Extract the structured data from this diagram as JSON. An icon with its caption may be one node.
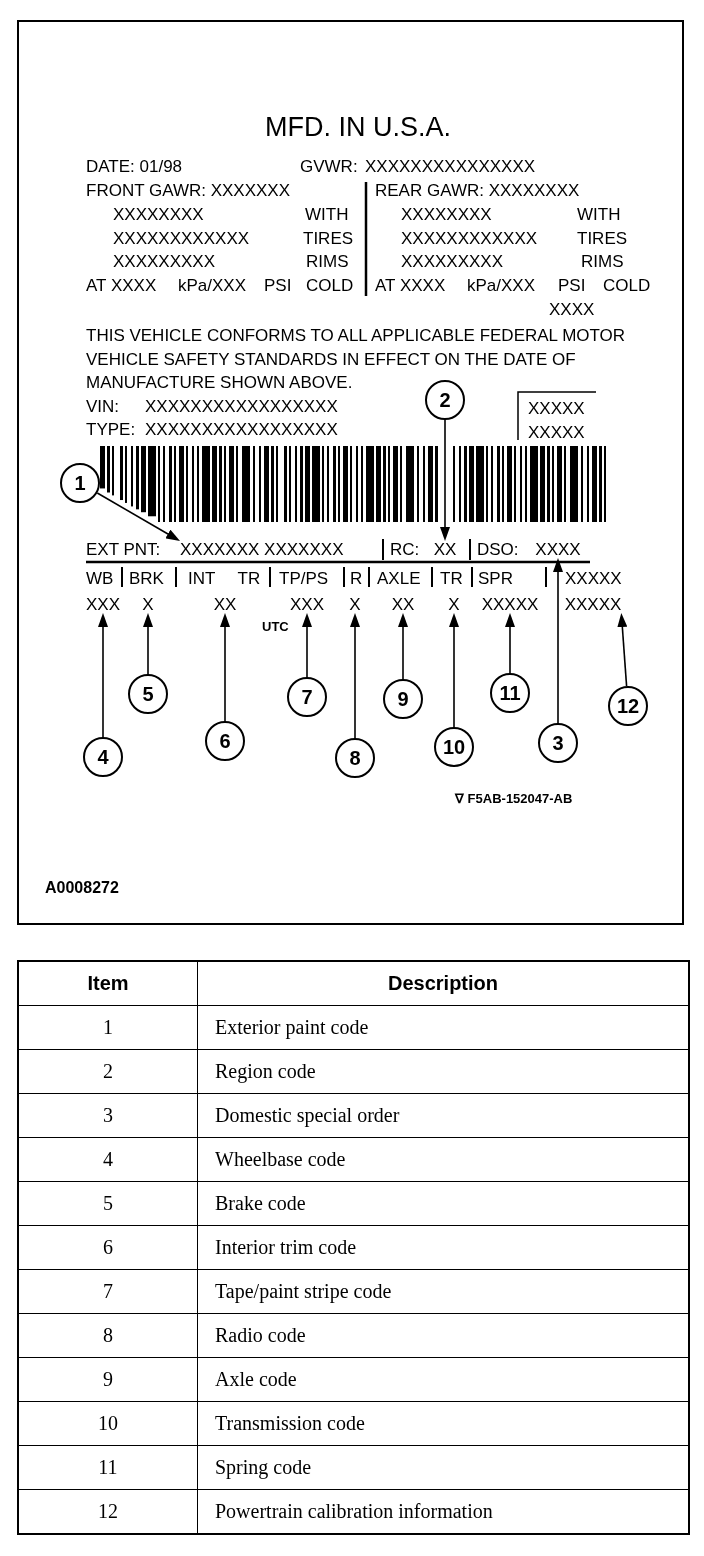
{
  "diagram": {
    "nodes": [
      {
        "text": [
          "MFD. IN U.S.A."
        ]
      },
      {
        "text": [
          "2"
        ],
        "in": 0
      },
      {
        "text": [
          "1"
        ],
        "in": 0
      },
      {
        "text": [
          "XXXXXXX XXXXXXX"
        ],
        "in": 0
      },
      {
        "text": [
          "XX"
        ],
        "in": 0
      },
      {
        "text": [
          "XXXX"
        ],
        "in": 0
      },
      {
        "text": [
          "XXX"
        ],
        "in": 0
      },
      {
        "text": [
          "X"
        ],
        "in": 0
      },
      {
        "text": [
          "XX"
        ],
        "in": 0
      },
      {
        "text": [
          "XXX"
        ],
        "in": 0
      },
      {
        "text": [
          "X"
        ],
        "in": 0
      },
      {
        "text": [
          "XX"
        ],
        "in": 0
      },
      {
        "text": [
          "X"
        ],
        "in": 0
      },
      {
        "text": [
          "XXXXX"
        ],
        "in": 0
      },
      {
        "text": [
          "XXXXX"
        ],
        "in": 0
      },
      {
        "text": [
          "4"
        ],
        "in": 0
      },
      {
        "text": [
          "5"
        ],
        "in": 0
      },
      {
        "text": [
          "6"
        ],
        "in": 0
      },
      {
        "text": [
          "7"
        ],
        "in": 0
      },
      {
        "text": [
          "8"
        ],
        "in": 0
      },
      {
        "text": [
          "9"
        ],
        "in": 0
      },
      {
        "text": [
          "10"
        ],
        "in": 0
      },
      {
        "text": [
          "11"
        ],
        "in": 0
      },
      {
        "text": [
          "3"
        ],
        "in": 0
      },
      {
        "text": [
          "12"
        ],
        "in": 0
      }
    ],
    "edges": [
      {
        "from": 2,
        "to": 3,
        "arrow": "to"
      },
      {
        "from": 1,
        "to": 4,
        "arrow": "to"
      },
      {
        "from": 23,
        "to": 5,
        "arrow": "to"
      },
      {
        "from": 15,
        "to": 6,
        "arrow": "to"
      },
      {
        "from": 16,
        "to": 7,
        "arrow": "to"
      },
      {
        "from": 17,
        "to": 8,
        "arrow": "to"
      },
      {
        "from": 18,
        "to": 9,
        "arrow": "to"
      },
      {
        "from": 19,
        "to": 10,
        "arrow": "to"
      },
      {
        "from": 20,
        "to": 11,
        "arrow": "to"
      },
      {
        "from": 21,
        "to": 12,
        "arrow": "to"
      },
      {
        "from": 22,
        "to": 13,
        "arrow": "to"
      },
      {
        "from": 24,
        "to": 14,
        "arrow": "to"
      }
    ],
    "labels": [
      "DATE: 01/98",
      "GVWR:",
      "XXXXXXXXXXXXXXX",
      "FRONT GAWR: XXXXXXX",
      "REAR GAWR: XXXXXXXX",
      "XXXXXXXX",
      "WITH",
      "XXXXXXXX",
      "WITH",
      "XXXXXXXXXXXX",
      "TIRES",
      "XXXXXXXXXXXX",
      "TIRES",
      "XXXXXXXXX",
      "RIMS",
      "XXXXXXXXX",
      "RIMS",
      "AT XXXX",
      "kPa/XXX",
      "PSI",
      "COLD",
      "AT XXXX",
      "kPa/XXX",
      "PSI",
      "COLD",
      "XXXX",
      "THIS VEHICLE CONFORMS TO ALL APPLICABLE FEDERAL MOTOR VEHICLE SAFETY STANDARDS IN EFFECT ON THE DATE OF MANUFACTURE SHOWN ABOVE.",
      "VIN:",
      "XXXXXXXXXXXXXXXXX",
      "XXXXX",
      "TYPE:",
      "XXXXXXXXXXXXXXXXX",
      "XXXXX",
      "EXT PNT:",
      "RC:",
      "DSO:",
      "WB",
      "BRK",
      "INT TR",
      "TP/PS",
      "R",
      "AXLE",
      "TR",
      "SPR",
      "XXXXX",
      "UTC",
      "∇ F5AB-152047-AB",
      "A0008272",
      "Item",
      "Description",
      "1",
      "Exterior paint code",
      "2",
      "Region code",
      "3",
      "Domestic special order",
      "4",
      "Wheelbase code",
      "5",
      "Brake code",
      "6",
      "Interior trim code",
      "7",
      "Tape/paint stripe code",
      "8",
      "Radio code",
      "9",
      "Axle code",
      "10",
      "Transmission code",
      "11",
      "Spring code",
      "12",
      "Powertrain calibration information"
    ]
  }
}
